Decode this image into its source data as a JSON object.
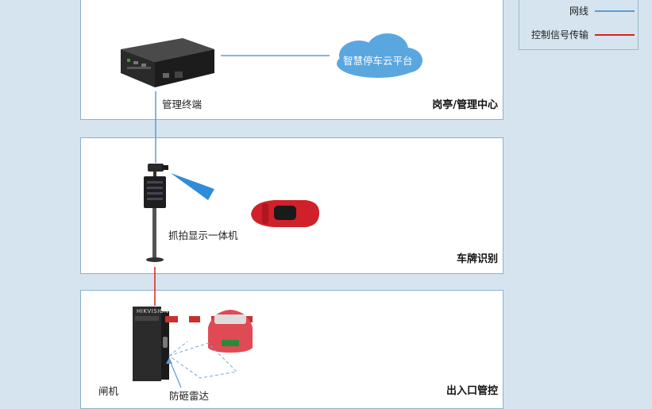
{
  "legend": {
    "items": [
      {
        "label": "网线",
        "color": "#5b9bd5"
      },
      {
        "label": "控制信号传输",
        "color": "#e02020"
      }
    ]
  },
  "zones": {
    "top": {
      "title": "岗亭/管理中心",
      "terminal_label": "管理终端",
      "cloud_label": "智慧停车云平台"
    },
    "mid": {
      "title": "车牌识别",
      "camera_label": "抓拍显示一体机"
    },
    "bot": {
      "title": "出入口管控",
      "barrier_label": "闸机",
      "radar_label": "防砸雷达",
      "brand": "HIKVISION"
    }
  },
  "colors": {
    "network": "#5b9bd5",
    "control": "#e02020",
    "car": "#d0202a",
    "panel_border": "#8ab2cc"
  }
}
